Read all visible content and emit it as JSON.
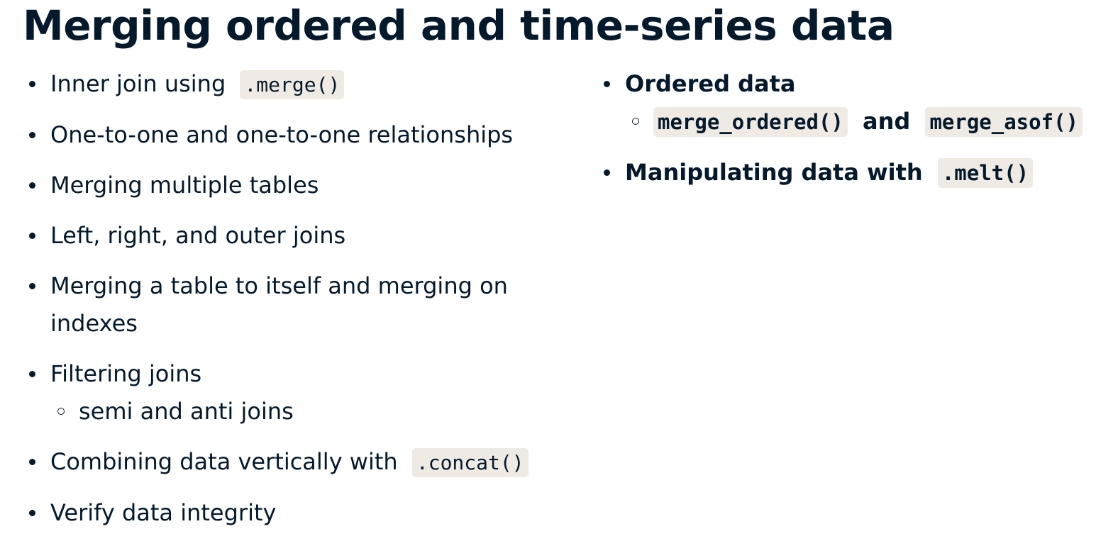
{
  "title": "Merging ordered and time-series data",
  "left_items": [
    {
      "text": "Inner join using",
      "code": ".merge()"
    },
    {
      "text": "One-to-one and one-to-one relationships"
    },
    {
      "text": "Merging multiple tables"
    },
    {
      "text": "Left, right, and outer joins"
    },
    {
      "text": "Merging a table to itself and merging on indexes"
    },
    {
      "text": "Filtering joins",
      "sub": "semi and anti joins"
    },
    {
      "text": "Combining data vertically with",
      "code": ".concat()"
    },
    {
      "text": "Verify data integrity"
    }
  ],
  "right_items": [
    {
      "text": "Ordered data",
      "sub": {
        "code1": "merge_ordered()",
        "joiner": "and",
        "code2": "merge_asof()"
      }
    },
    {
      "text": "Manipulating data with",
      "code": ".melt()"
    }
  ]
}
